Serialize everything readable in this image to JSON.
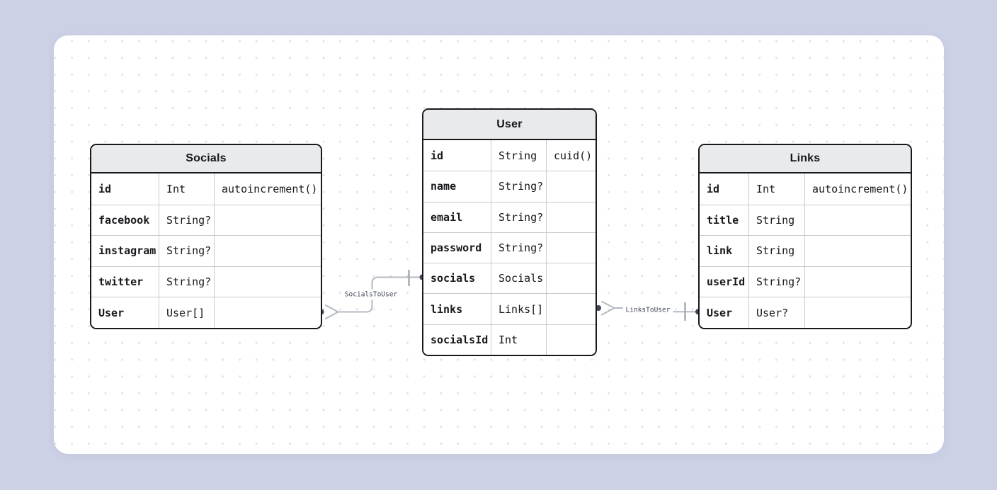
{
  "canvas": {
    "page_background_color": "#cdd1e6",
    "canvas_background_color": "#ffffff",
    "grid_style": "dotted",
    "grid_dot_color": "#e1e2e6"
  },
  "diagram": {
    "tables": [
      {
        "name": "Socials",
        "rows": [
          {
            "field": "id",
            "type": "Int",
            "default": "autoincrement()"
          },
          {
            "field": "facebook",
            "type": "String?",
            "default": ""
          },
          {
            "field": "instagram",
            "type": "String?",
            "default": ""
          },
          {
            "field": "twitter",
            "type": "String?",
            "default": ""
          },
          {
            "field": "User",
            "type": "User[]",
            "default": ""
          }
        ]
      },
      {
        "name": "User",
        "rows": [
          {
            "field": "id",
            "type": "String",
            "default": "cuid()"
          },
          {
            "field": "name",
            "type": "String?",
            "default": ""
          },
          {
            "field": "email",
            "type": "String?",
            "default": ""
          },
          {
            "field": "password",
            "type": "String?",
            "default": ""
          },
          {
            "field": "socials",
            "type": "Socials",
            "default": ""
          },
          {
            "field": "links",
            "type": "Links[]",
            "default": ""
          },
          {
            "field": "socialsId",
            "type": "Int",
            "default": ""
          }
        ]
      },
      {
        "name": "Links",
        "rows": [
          {
            "field": "id",
            "type": "Int",
            "default": "autoincrement()"
          },
          {
            "field": "title",
            "type": "String",
            "default": ""
          },
          {
            "field": "link",
            "type": "String",
            "default": ""
          },
          {
            "field": "userId",
            "type": "String?",
            "default": ""
          },
          {
            "field": "User",
            "type": "User?",
            "default": ""
          }
        ]
      }
    ],
    "relations": [
      {
        "label": "SocialsToUser",
        "from_table": "Socials",
        "from_field": "User",
        "from_marker": "many-crow-foot",
        "to_table": "User",
        "to_field": "socials",
        "to_marker": "one-tick"
      },
      {
        "label": "LinksToUser",
        "from_table": "User",
        "from_field": "links",
        "from_marker": "many-crow-foot",
        "to_table": "Links",
        "to_field": "User",
        "to_marker": "one-tick"
      }
    ]
  },
  "colors": {
    "table_border": "#17191c",
    "table_header_bg": "#e9eaec",
    "row_separator": "#c9cacc",
    "edge_line": "#b3b8c2",
    "edge_dot": "#3e4555",
    "label_text": "#3e4555"
  }
}
